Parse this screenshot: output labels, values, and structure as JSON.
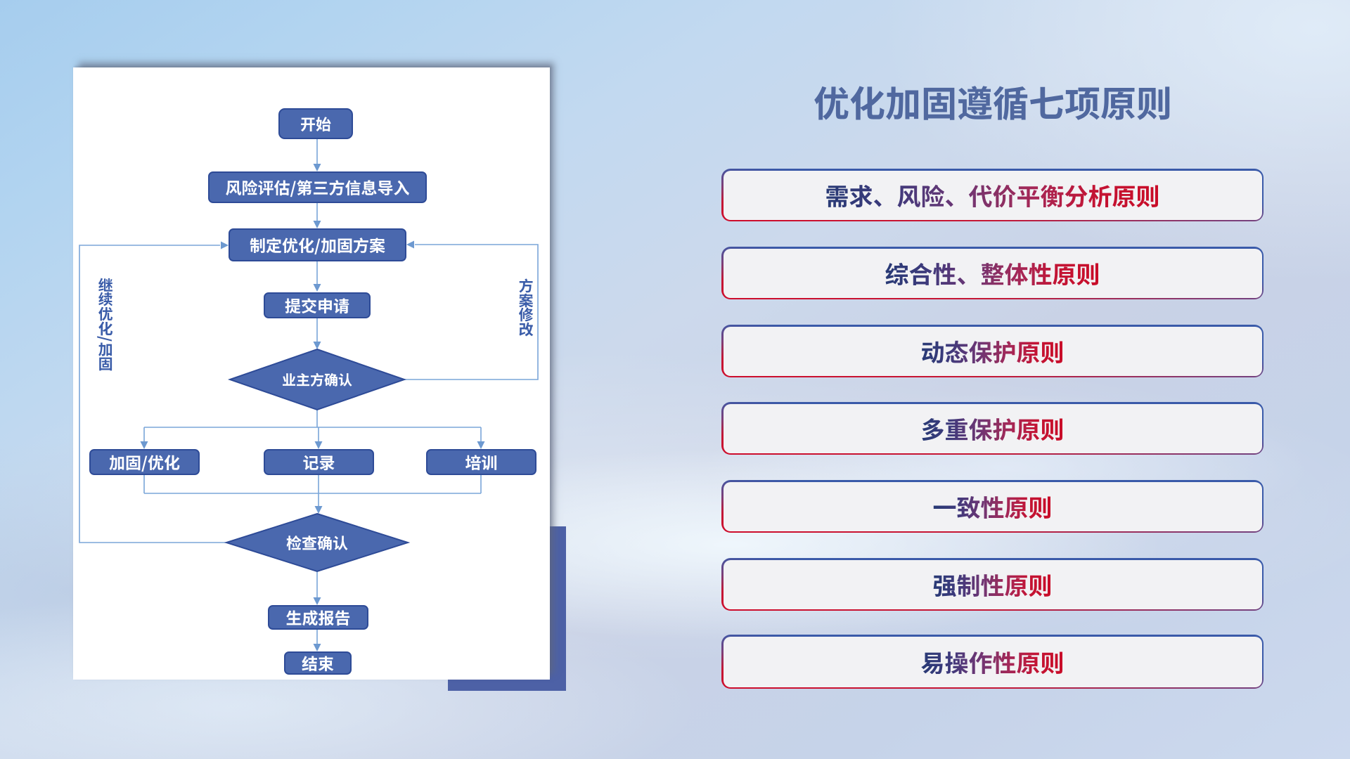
{
  "slide": {
    "title": "优化加固遵循七项原则"
  },
  "flowchart": {
    "nodes": {
      "start": "开始",
      "risk_import": "风险评估/第三方信息导入",
      "make_plan": "制定优化/加固方案",
      "submit": "提交申请",
      "owner_confirm": "业主方确认",
      "reinforce": "加固/优化",
      "record": "记录",
      "training": "培训",
      "check_confirm": "检查确认",
      "report": "生成报告",
      "end": "结束"
    },
    "loop_labels": {
      "left": "继续优化/加固",
      "right": "方案修改"
    }
  },
  "principles": [
    {
      "label": "需求、风险、代价平衡分析原则"
    },
    {
      "label": "综合性、整体性原则"
    },
    {
      "label": "动态保护原则"
    },
    {
      "label": "多重保护原则"
    },
    {
      "label": "一致性原则"
    },
    {
      "label": "强制性原则"
    },
    {
      "label": "易操作性原则"
    }
  ],
  "colors": {
    "node-fill": "#4a68ae",
    "node-border": "#2e4b97",
    "node-text": "#ffffff",
    "line": "#7aa5d9",
    "arrow": "#6d99d0",
    "loop-label": "#3b5da9",
    "title": "#50689f",
    "accent-rect": "#4d61a6",
    "card": "#ffffff",
    "principle-fill": "#f2f2f4",
    "text-grad-start": "#283a75",
    "text-grad-mid": "#8b2f63",
    "text-grad-end": "#c90b27",
    "border-grad-blue": "#3a5aa9",
    "border-grad-red": "#ce0c2b"
  }
}
